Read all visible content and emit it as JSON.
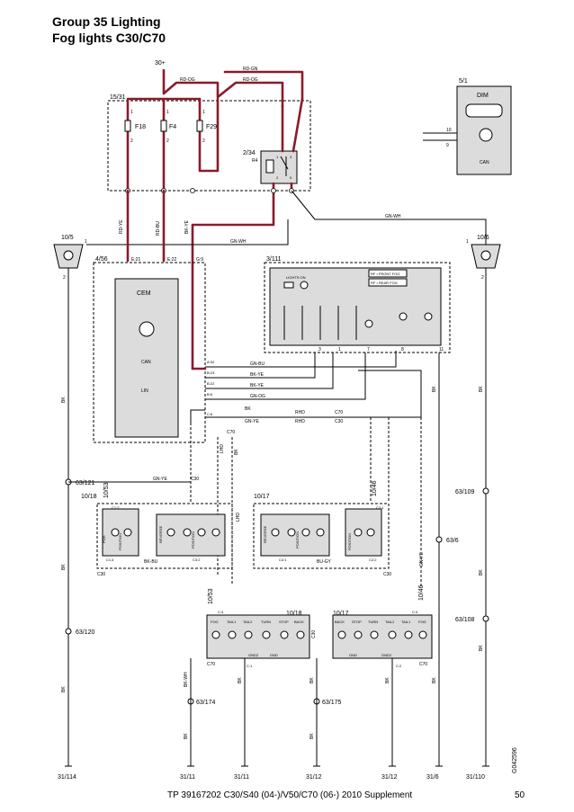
{
  "header": {
    "title_line1": "Group 35 Lighting",
    "title_line2": "Fog lights C30/C70"
  },
  "footer": {
    "text": "TP 39167202 C30/S40 (04-)/V50/C70 (06-) 2010 Supplement",
    "page": "50"
  },
  "code_vertical": "G042596",
  "colors": {
    "power_wire": "#8b1a2b",
    "module_fill": "#dcdcdc"
  },
  "supply": "30+",
  "fuse_box": {
    "id": "15/31",
    "fuses": [
      "F18",
      "F4",
      "F29"
    ],
    "pin_top": "1",
    "pin_bottom": "2"
  },
  "relay": {
    "id": "2/34",
    "name": "R4",
    "pins": [
      "1",
      "3",
      "2",
      "5"
    ]
  },
  "dim": {
    "id": "5/1",
    "name": "DIM",
    "pin_a": "10",
    "pin_b": "9",
    "can": "CAN"
  },
  "cem": {
    "id": "4/56",
    "name": "CEM",
    "can": "CAN",
    "lin": "LIN",
    "pins_top": [
      "E:21",
      "E:22",
      "G:9"
    ],
    "pins_side": [
      "A:32",
      "B:23",
      "B:22",
      "B:6",
      "C:6"
    ]
  },
  "lsm": {
    "id": "3/111",
    "labels": [
      "LIGHTS ON",
      "RF • FRONT FOG",
      "RF • REAR FOG"
    ],
    "pins": [
      "3",
      "1",
      "7",
      "8",
      "11"
    ]
  },
  "fog_left": {
    "id": "10/5",
    "pin1": "1",
    "pin2": "2"
  },
  "fog_right": {
    "id": "10/6",
    "pin1": "1",
    "pin2": "2"
  },
  "wire_colors": {
    "rd_og": "RD-OG",
    "rd_gn": "RD-GN",
    "rd_ye": "RD-YE",
    "rd_bu": "RD-BU",
    "bk_ye": "BK-YE",
    "gn_wh": "GN-WH",
    "gn_bu": "GN-BU",
    "bk_ye2": "BK-YE",
    "gn_og": "GN-OG",
    "bk": "BK",
    "gn_ye": "GN-YE",
    "bk_bu": "BK-BU",
    "bu_gy": "BU-GY",
    "bk_wh": "BK-WH"
  },
  "variants": {
    "rhd": "RHD",
    "lhd": "LHD",
    "c30": "C30",
    "c70": "C70"
  },
  "lamps": {
    "l18": {
      "id": "10/18",
      "pins": [
        "C1:2",
        "C1:4",
        "C3:2"
      ],
      "names": [
        "FOG",
        "POSITION",
        "REVERSE",
        "POSITION"
      ]
    },
    "l17": {
      "id": "10/17",
      "pins": [
        "C2:1",
        "C4:1",
        "C2:2"
      ],
      "names": [
        "REVERSE",
        "POSITION",
        "POSITION"
      ]
    },
    "l18b": {
      "id": "10/18",
      "pins": [
        "C:4",
        "C:1"
      ],
      "names": [
        "FOG",
        "TAIL1",
        "TAIL2",
        "TURN",
        "STOP",
        "BACK"
      ],
      "gnd": [
        "GND2",
        "GND"
      ]
    },
    "l17b": {
      "id": "10/17",
      "pins": [
        "C:4",
        "C:2"
      ],
      "names": [
        "BACK",
        "STOP",
        "TURN",
        "TAIL2",
        "TAIL1",
        "FOG"
      ],
      "gnd": [
        "GND",
        "GND2"
      ]
    }
  },
  "conn_10_53": "10/53",
  "conn_10_46": "10/46",
  "splices": [
    "63/121",
    "63/120",
    "63/109",
    "63/6",
    "63/108",
    "63/174",
    "63/175"
  ],
  "grounds": [
    "31/114",
    "31/11",
    "31/11",
    "31/12",
    "31/12",
    "31/6",
    "31/110"
  ]
}
